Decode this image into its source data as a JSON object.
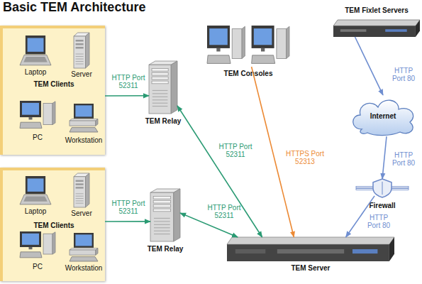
{
  "diagram": {
    "title": "Basic TEM Architecture",
    "nodes": [
      {
        "text": [
          "TEM Clients"
        ]
      },
      {
        "text": [
          "Laptop"
        ],
        "in": 0
      },
      {
        "text": [
          "Server"
        ],
        "in": 0
      },
      {
        "text": [
          "PC"
        ],
        "in": 0
      },
      {
        "text": [
          "Workstation"
        ],
        "in": 0
      },
      {
        "text": [
          "TEM Relay"
        ]
      },
      {
        "text": [
          "TEM Consoles"
        ]
      },
      {
        "text": [
          "TEM Fixlet Servers"
        ]
      },
      {
        "text": [
          "Internet"
        ]
      },
      {
        "text": [
          "Firewall"
        ]
      },
      {
        "text": [
          "TEM Clients"
        ]
      },
      {
        "text": [
          "Laptop"
        ],
        "in": 10
      },
      {
        "text": [
          "Server"
        ],
        "in": 10
      },
      {
        "text": [
          "PC"
        ],
        "in": 10
      },
      {
        "text": [
          "Workstation"
        ],
        "in": 10
      },
      {
        "text": [
          "TEM Relay"
        ]
      },
      {
        "text": [
          "TEM Server"
        ]
      }
    ],
    "edges": [
      {
        "from": 0,
        "to": 5,
        "label": "HTTP Port 52311",
        "arrow": "to"
      },
      {
        "from": 5,
        "to": 16,
        "label": "HTTP Port 52311",
        "arrow": "both"
      },
      {
        "from": 6,
        "to": 16,
        "label": "HTTPS Port 52313",
        "arrow": "to"
      },
      {
        "from": 7,
        "to": 8,
        "label": "HTTP Port 80",
        "arrow": "to"
      },
      {
        "from": 8,
        "to": 9,
        "label": "HTTP Port 80",
        "arrow": "to"
      },
      {
        "from": 9,
        "to": 16,
        "label": "HTTP Port 80",
        "arrow": "to"
      },
      {
        "from": 10,
        "to": 15,
        "label": "HTTP Port 52311",
        "arrow": "to"
      },
      {
        "from": 15,
        "to": 16,
        "label": "HTTP Port 52311",
        "arrow": "both"
      }
    ]
  }
}
